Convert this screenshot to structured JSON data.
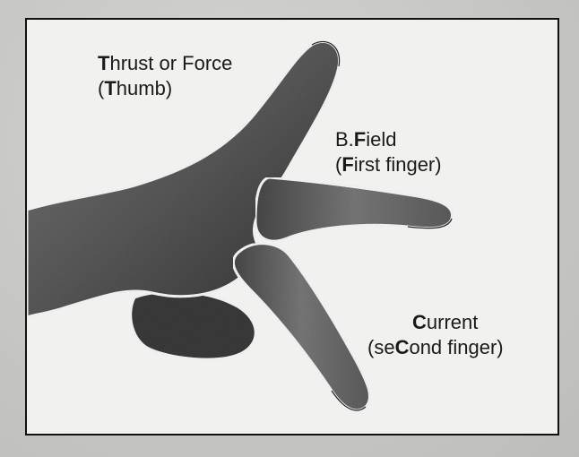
{
  "labels": {
    "thumb": {
      "line1_bold": "T",
      "line1_rest": "hrust or Force",
      "line2_open": "(",
      "line2_bold": "T",
      "line2_rest": "humb)"
    },
    "first": {
      "line1_prefix": "B.",
      "line1_bold": "F",
      "line1_rest": "ield",
      "line2_open": "(",
      "line2_bold": "F",
      "line2_rest": "irst finger)"
    },
    "second": {
      "line1_bold": "C",
      "line1_rest": "urrent",
      "line2_open": "(se",
      "line2_bold": "C",
      "line2_rest": "ond finger)"
    }
  },
  "colors": {
    "frame_border": "#111111",
    "hand_dark": "#2a2a2a",
    "hand_mid": "#6e6e6e",
    "outline": "#ffffff"
  }
}
